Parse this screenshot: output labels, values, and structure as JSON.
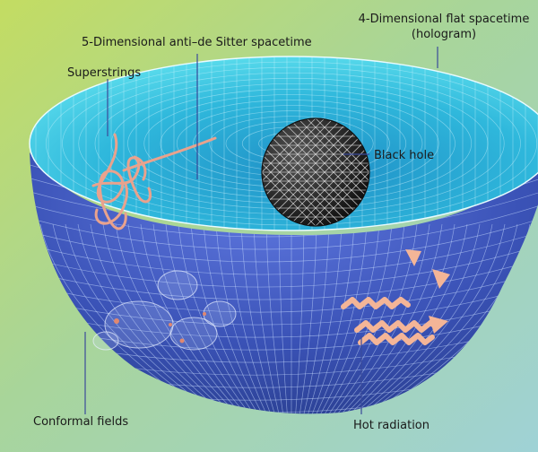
{
  "labels": {
    "ads": "5-Dimensional anti–de Sitter spacetime",
    "flat_line1": "4-Dimensional flat spacetime",
    "flat_line2": "(hologram)",
    "superstrings": "Superstrings",
    "black_hole": "Black hole",
    "conformal": "Conformal fields",
    "hot_radiation": "Hot radiation"
  },
  "colors": {
    "bg_left": "#b7d96a",
    "bg_right": "#9fd2c8",
    "bowl_outer": "#3c4fb0",
    "bowl_rim_inner": "#53d7e6",
    "grid_line": "#cfe6ff",
    "string": "#e7a08a",
    "radiation": "#f3b294",
    "black_hole": "#2b2b2b",
    "leader": "#3a4a9a"
  }
}
